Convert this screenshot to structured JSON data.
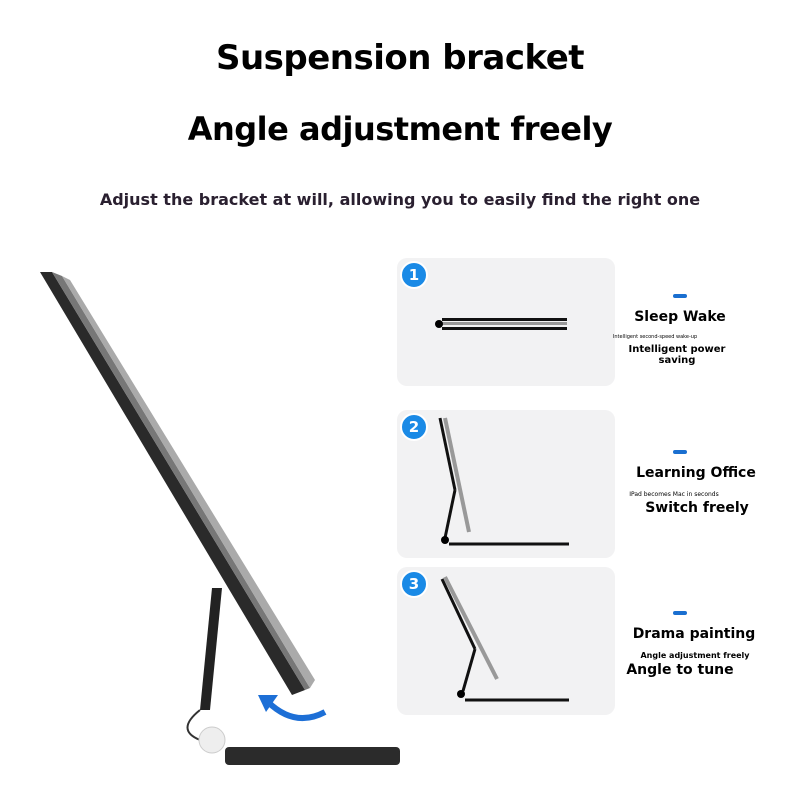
{
  "heading": {
    "title": "Suspension bracket",
    "subtitle": "Angle adjustment freely",
    "tagline": "Adjust the bracket at will, allowing you to easily find the right one"
  },
  "modes": [
    {
      "number": "1",
      "name": "Sleep Wake",
      "small": "Intelligent second-speed wake-up",
      "detail": "Intelligent power saving"
    },
    {
      "number": "2",
      "name": "Learning Office",
      "small": "IPad becomes Mac in seconds",
      "detail": "Switch freely"
    },
    {
      "number": "3",
      "name": "Drama painting",
      "small": "Angle adjustment freely",
      "detail": "Angle to tune"
    }
  ],
  "colors": {
    "accent": "#1a8ae6",
    "panel": "#f2f2f3"
  }
}
